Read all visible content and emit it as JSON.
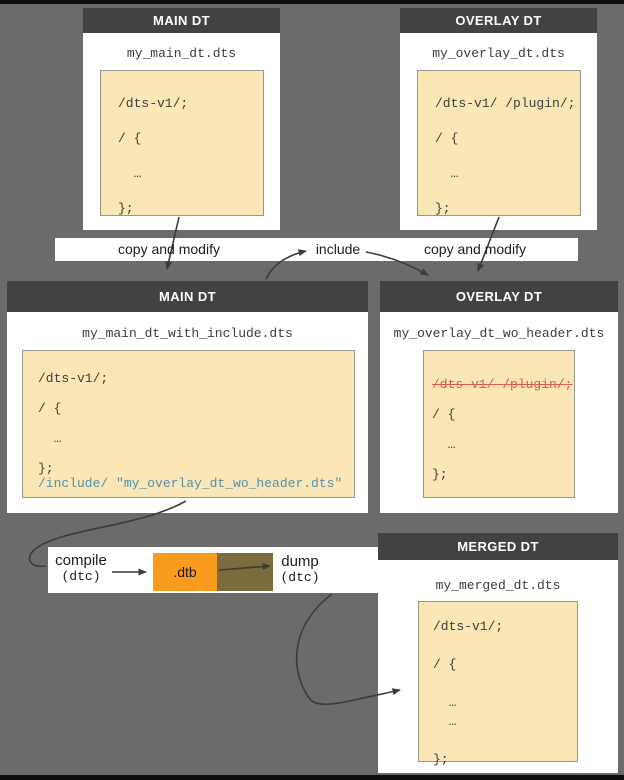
{
  "diagram": {
    "top_main": {
      "title": "MAIN DT",
      "filename": "my_main_dt.dts",
      "code": "/dts-v1/;\n\n/ {\n\n  …\n\n};"
    },
    "top_overlay": {
      "title": "OVERLAY DT",
      "filename": "my_overlay_dt.dts",
      "code": "/dts-v1/ /plugin/;\n\n/ {\n\n  …\n\n};"
    },
    "mid_main": {
      "title": "MAIN DT",
      "filename": "my_main_dt_with_include.dts",
      "code": "/dts-v1/;\n\n/ {\n\n  …\n\n};",
      "include_line": "/include/ \"my_overlay_dt_wo_header.dts\""
    },
    "mid_overlay": {
      "title": "OVERLAY DT",
      "filename": "my_overlay_dt_wo_header.dts",
      "removed_line": "/dts-v1/ /plugin/;",
      "code": "\n/ {\n\n  …\n\n};"
    },
    "merged": {
      "title": "MERGED DT",
      "filename": "my_merged_dt.dts",
      "code": "/dts-v1/;\n\n/ {\n\n  …\n  …\n\n};"
    },
    "labels": {
      "copy_and_modify_left": "copy and modify",
      "include": "include",
      "copy_and_modify_right": "copy and modify",
      "compile": "compile",
      "compile_tool": "(dtc)",
      "dtb": ".dtb",
      "dump": "dump",
      "dump_tool": "(dtc)"
    },
    "colors": {
      "background": "#6b6b6b",
      "box_header_gray": "#424242",
      "code_cream": "#fbe7b5",
      "dtb_orange": "#f99b1c",
      "dump_brown": "#7c6b3c",
      "include_blue": "#4e8fb0",
      "removed_red": "#e05a4e",
      "arrow_dark": "#3c3c3c"
    }
  }
}
